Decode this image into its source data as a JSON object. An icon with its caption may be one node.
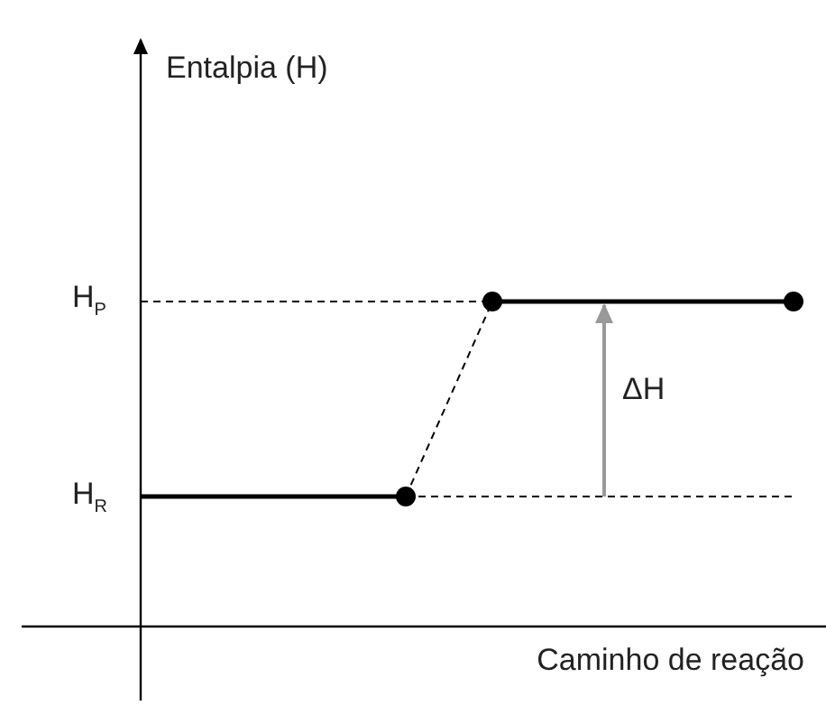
{
  "diagram": {
    "labels": [
      "Entalpia (H)",
      "H$_{P}$",
      "ΔH",
      "H$_{R}$",
      "Caminho de reação"
    ]
  }
}
